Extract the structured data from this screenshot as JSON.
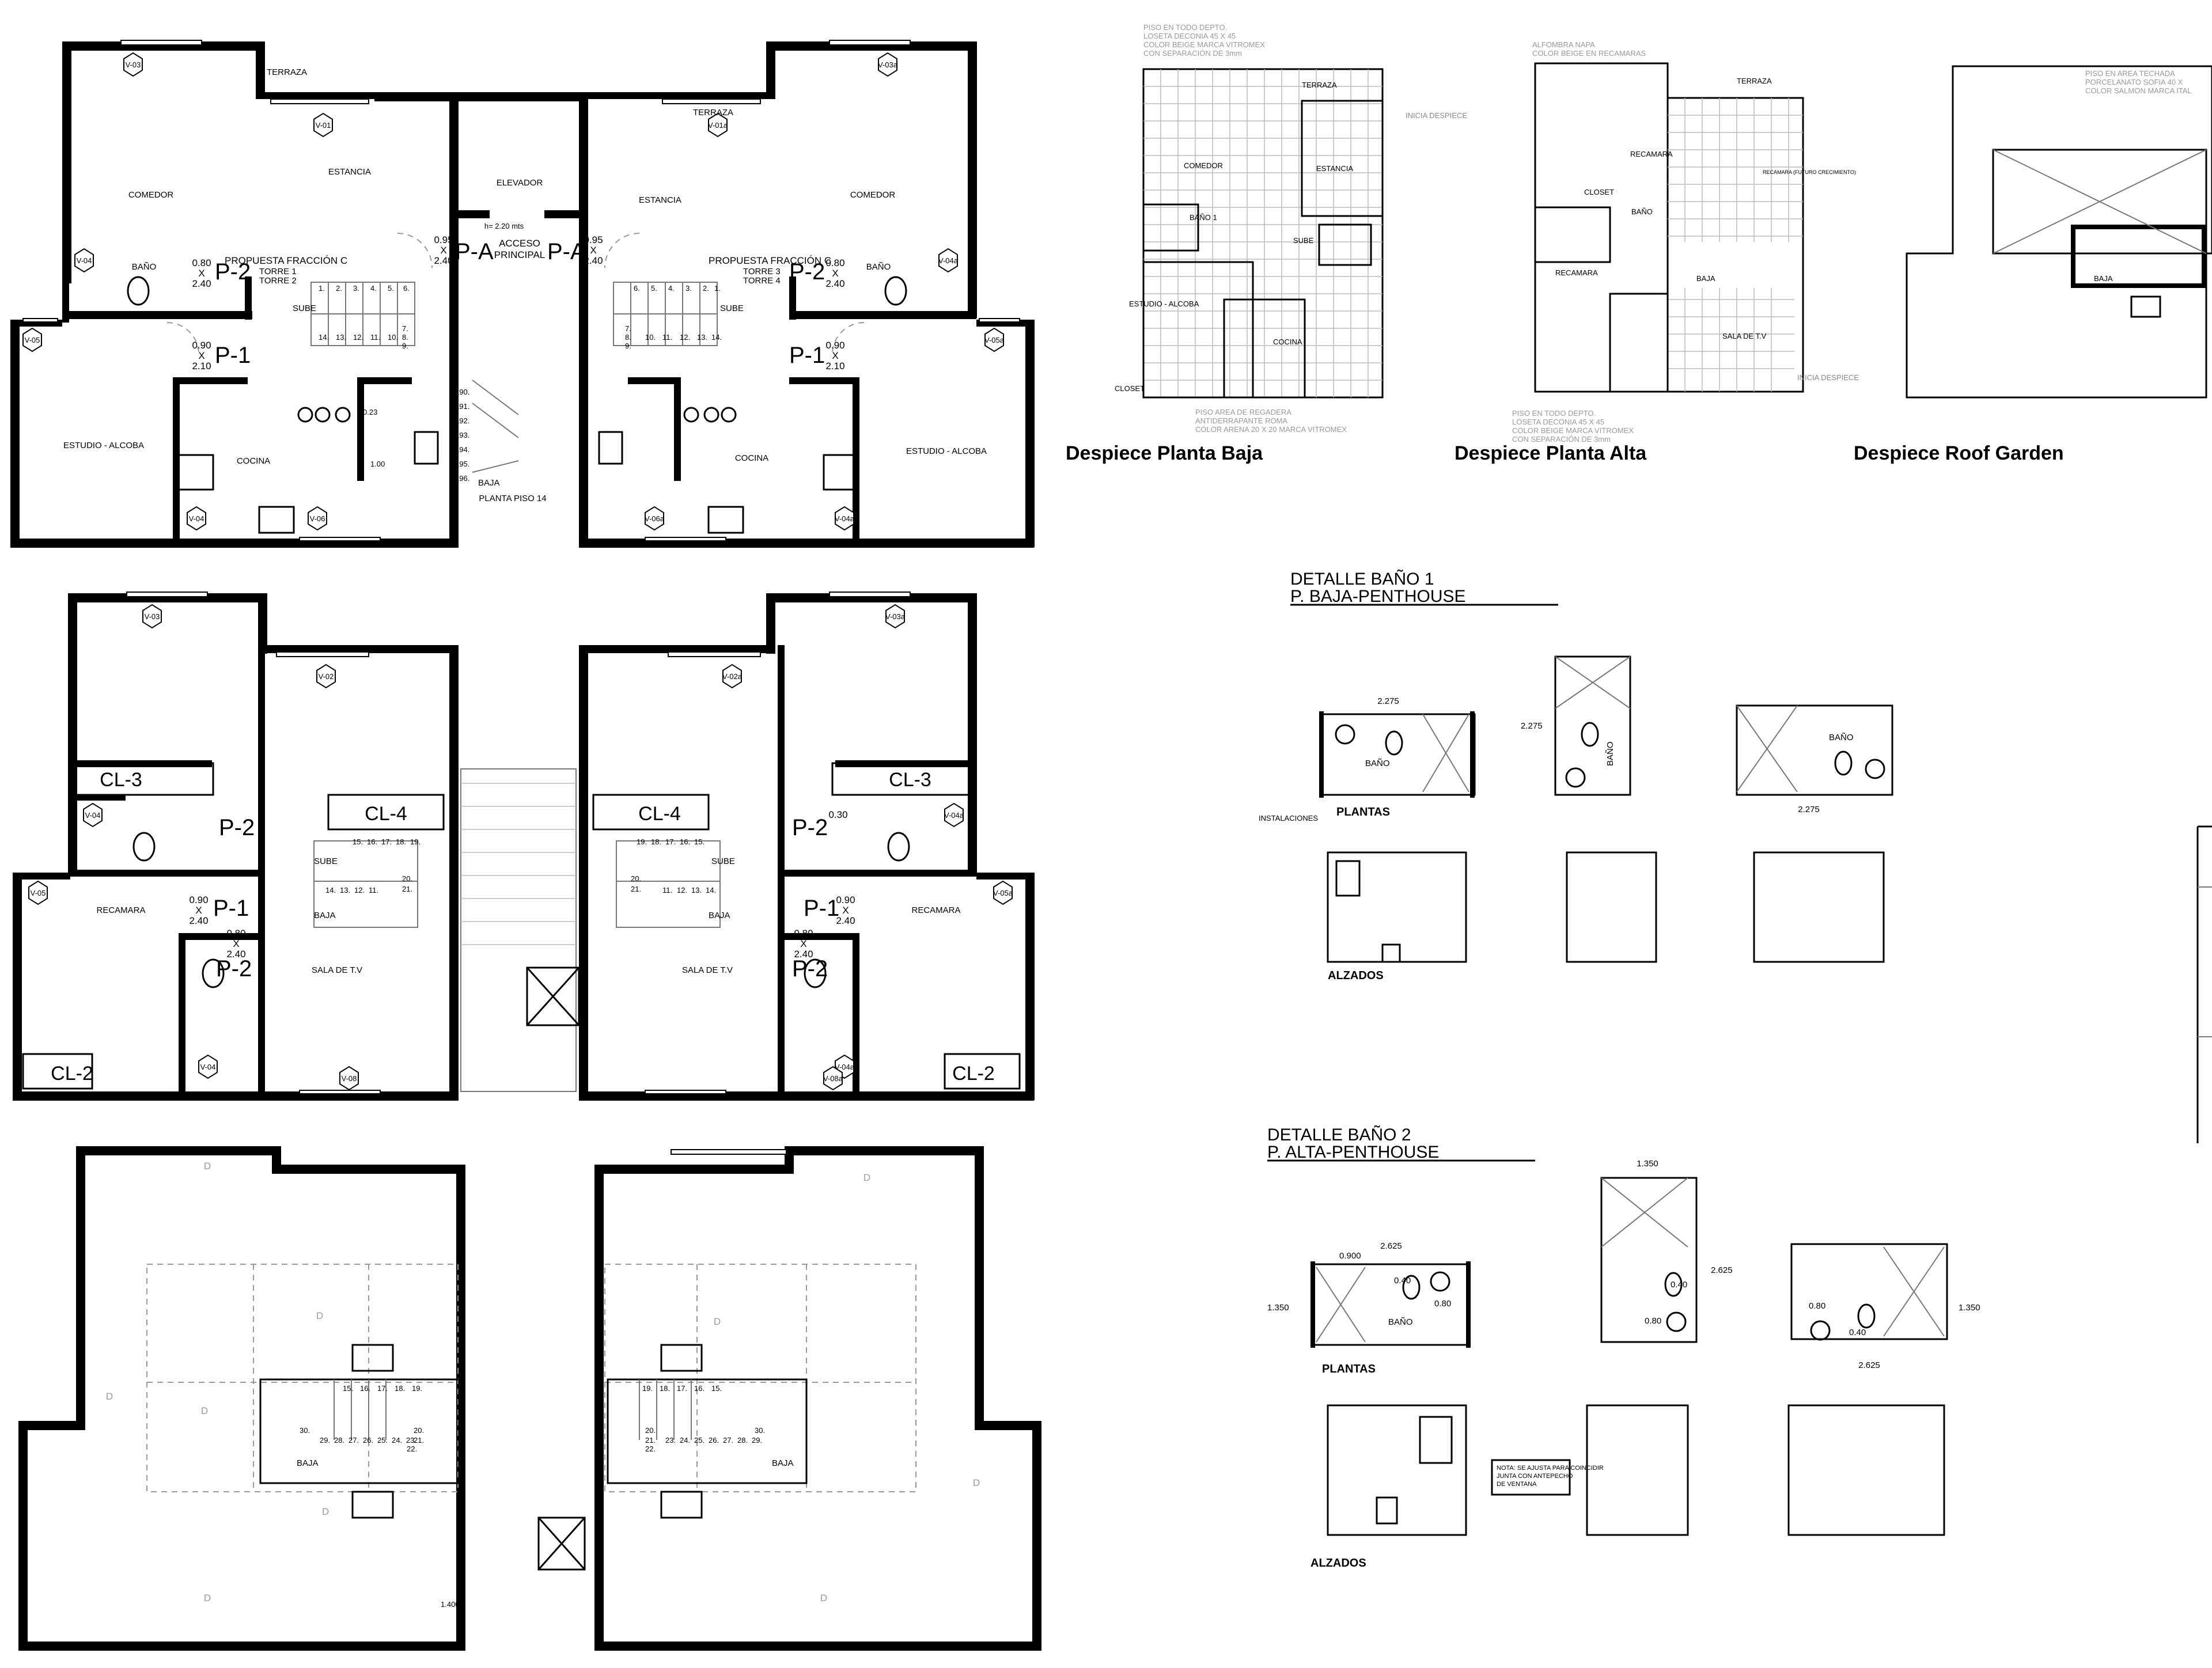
{
  "top_plan": {
    "terraza": "TERRAZA",
    "comedor": "COMEDOR",
    "estancia": "ESTANCIA",
    "elevador": "ELEVADOR",
    "bano": "BAÑO",
    "cocina": "COCINA",
    "estudio": "ESTUDIO - ALCOBA",
    "sube": "SUBE",
    "baja": "BAJA",
    "acceso_1": "ACCESO",
    "acceso_2": "PRINCIPAL",
    "pa": "P-A",
    "p1": "P-1",
    "p2": "P-2",
    "dim_095": "0.95",
    "dim_x": "X",
    "dim_240": "2.40",
    "dim_080": "0.80",
    "dim_090": "0.90",
    "dim_210": "2.10",
    "dim_100": "1.00",
    "dim_023": "0.23",
    "hp_note": "h= 2.20 mts",
    "propuesta": "PROPUESTA  FRACCIÓN C",
    "torre_12": [
      "TORRE 1",
      "TORRE 2"
    ],
    "torre_34": [
      "TORRE 3",
      "TORRE 4"
    ],
    "planta_piso": "PLANTA PISO 14",
    "steps_190": [
      "190.",
      "191.",
      "192.",
      "193.",
      "194.",
      "195.",
      "196."
    ],
    "stair_top": [
      "1.",
      "2.",
      "3.",
      "4.",
      "5.",
      "6."
    ],
    "stair_bot": [
      "14.",
      "13.",
      "12.",
      "11.",
      "10."
    ],
    "stair_side": [
      "7.",
      "8.",
      "9."
    ],
    "tags_left": [
      "V-03",
      "V-01",
      "V-04",
      "V-05",
      "V-04",
      "V-06"
    ],
    "tags_right": [
      "V-03a",
      "V-01a",
      "V-04a",
      "V-05a",
      "V-06a",
      "V-04a"
    ]
  },
  "mid_plan": {
    "cl3": "CL-3",
    "cl4": "CL-4",
    "cl2": "CL-2",
    "recamara": "RECAMARA",
    "sala_tv": "SALA DE T.V",
    "sube": "SUBE",
    "baja": "BAJA",
    "p1": "P-1",
    "p2": "P-2",
    "dim_090": "0.90",
    "dim_x": "X",
    "dim_240": "2.40",
    "dim_080": "0.80",
    "dim_030": "0.30",
    "steps_top": [
      "15.",
      "16.",
      "17.",
      "18.",
      "19."
    ],
    "steps_bot": [
      "14.",
      "13.",
      "12.",
      "11."
    ],
    "steps_side": [
      "20.",
      "21."
    ],
    "tags_left": [
      "V-03",
      "V-02",
      "V-04",
      "V-05",
      "V-04",
      "V-08"
    ],
    "tags_right": [
      "V-03a",
      "V-02a",
      "V-04a",
      "V-05a",
      "V-04a",
      "V-08a"
    ]
  },
  "bottom_plan": {
    "steps_top": [
      "15.",
      "16.",
      "17.",
      "18.",
      "19."
    ],
    "steps_bot": [
      "29.",
      "28.",
      "27.",
      "26.",
      "25.",
      "24.",
      "23."
    ],
    "steps_side": [
      "30.",
      "20.",
      "21.",
      "22."
    ],
    "baja": "BAJA",
    "dim_1400": "1.400",
    "tag_d": "D"
  },
  "despiece": {
    "titles": [
      "Despiece Planta Baja",
      "Despiece Planta Alta",
      "Despiece Roof Garden"
    ],
    "baja_notes_top": [
      "PISO EN TODO DEPTO.",
      "LOSETA DECONIA 45 X 45",
      "COLOR BEIGE MARCA VITROMEX",
      "CON SEPARACIÓN DE 3mm"
    ],
    "baja_notes_bot": [
      "PISO AREA DE REGADERA",
      "ANTIDERRAPANTE ROMA",
      "COLOR ARENA 20 X 20 MARCA VITROMEX"
    ],
    "baja_rooms": [
      "TERRAZA",
      "COMEDOR",
      "ESTANCIA",
      "BAÑO 1",
      "SUBE",
      "ESTUDIO - ALCOBA",
      "COCINA",
      "CLOSET",
      "INICIA DESPIECE"
    ],
    "alta_notes_top": [
      "ALFOMBRA NAPA",
      "COLOR BEIGE EN RECAMARAS"
    ],
    "alta_notes_bot": [
      "PISO EN TODO DEPTO.",
      "LOSETA DECONIA 45 X 45",
      "COLOR BEIGE MARCA VITROMEX",
      "CON SEPARACIÓN DE 3mm"
    ],
    "alta_rooms": [
      "TERRAZA",
      "RECAMARA",
      "RECAMARA (FUTURO CRECIMIENTO)",
      "CLOSET",
      "BAÑO",
      "RECAMARA",
      "SALA DE T.V",
      "BAJA",
      "INICIA DESPIECE"
    ],
    "roof_notes": [
      "PISO EN AREA TECHADA",
      "PORCELANATO SOFIA 40 X",
      "COLOR SALMON MARCA ITAL"
    ],
    "roof_rooms": [
      "BAJA"
    ]
  },
  "detalle1": {
    "title_1": "DETALLE BAÑO 1",
    "title_2": "P. BAJA-PENTHOUSE",
    "plantas": "PLANTAS",
    "alzados": "ALZADOS",
    "instalaciones": "INSTALACIONES",
    "dim_2275": "2.275",
    "bano": "BAÑO"
  },
  "detalle2": {
    "title_1": "DETALLE BAÑO 2",
    "title_2": "P. ALTA-PENTHOUSE",
    "plantas": "PLANTAS",
    "alzados": "ALZADOS",
    "dim_2625": "2.625",
    "dim_1350": "1.350",
    "dim_0900": "0.900",
    "dim_040": "0.40",
    "dim_080": "0.80",
    "bano": "BAÑO",
    "nota": [
      "NOTA: SE AJUSTA PARA COINCIDIR",
      "JUNTA CON ANTEPECHO",
      "DE VENTANA"
    ]
  }
}
